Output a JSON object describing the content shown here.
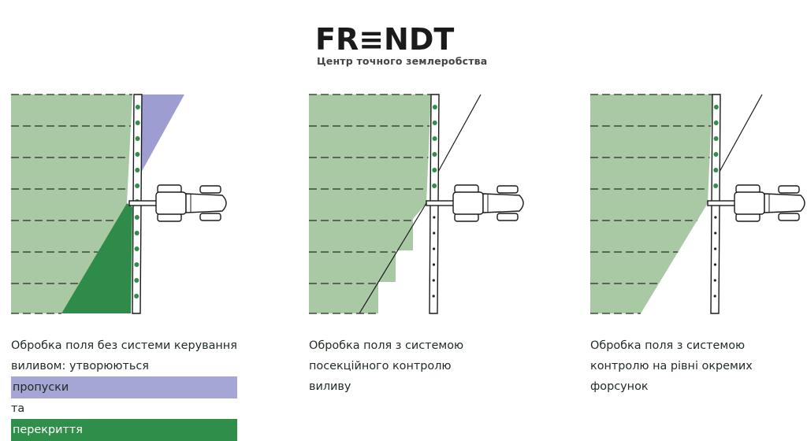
{
  "brand": {
    "logo_text": "FR≡NDT",
    "tagline": "Центр точного землеробства",
    "accent_color": "#2f8f4a"
  },
  "colors": {
    "treated": "#a9c9a5",
    "gap": "#9d9dd2",
    "overlap": "#2f8b4a",
    "nozzle_on": "#2f8f4a",
    "nozzle_off": "#222222"
  },
  "panels": [
    {
      "id": "no-control",
      "caption": {
        "line1": "Обробка поля без системи керування",
        "line2_prefix": "виливом: утворюються ",
        "gaps_label": "пропуски",
        "line3_prefix": "та ",
        "overlaps_label": "перекриття"
      }
    },
    {
      "id": "section-control",
      "caption": {
        "line1": "Обробка поля з системою",
        "line2": "посекційного контролю",
        "line3": "виливу"
      }
    },
    {
      "id": "nozzle-control",
      "caption": {
        "line1": "Обробка поля з системою",
        "line2": "контролю на рівні окремих",
        "line3": "форсунок"
      }
    }
  ]
}
